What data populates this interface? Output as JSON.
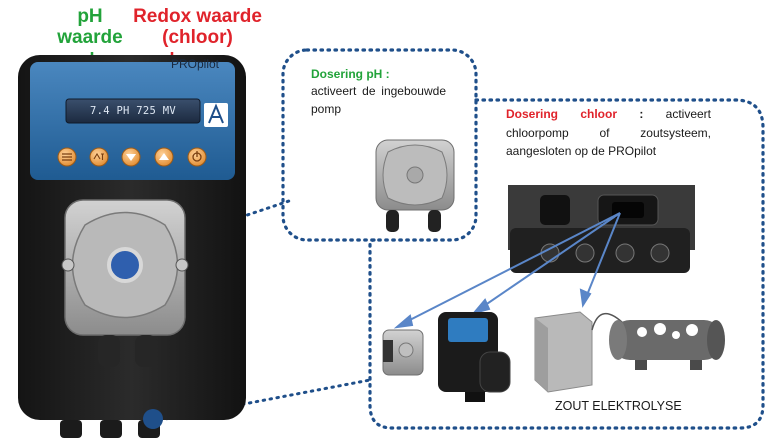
{
  "labels": {
    "ph_line1": "pH",
    "ph_line2": "waarde",
    "redox_line1": "Redox waarde",
    "redox_line2": "(chloor)"
  },
  "device": {
    "brand": "PROpilot",
    "display": "7.4 PH 725 MV",
    "buttons": [
      "menu-icon",
      "set-icon",
      "arrow-down-icon",
      "arrow-up-icon",
      "stop-icon"
    ]
  },
  "callout_ph": {
    "title": "Dosering pH :",
    "text": "activeert de ingebouwde pomp"
  },
  "callout_chloor": {
    "title": "Dosering chloor",
    "colon": " : ",
    "text": "activeert chloorpomp of zoutsysteem, aangesloten op de PROpilot"
  },
  "electrolysis_label": "ZOUT ELEKTROLYSE",
  "colors": {
    "ph_green": "#22a33a",
    "redox_red": "#e0232b",
    "callout_blue": "#1f4f8a",
    "pointer_blue": "#5a86c8",
    "device_blue": "#2d6fa8"
  }
}
